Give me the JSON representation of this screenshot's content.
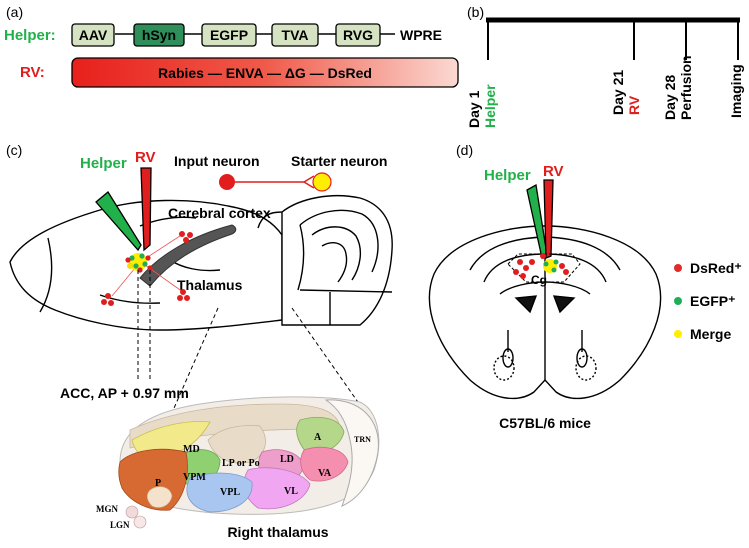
{
  "panel_a": {
    "label": "(a)",
    "helper_label": "Helper:",
    "helper_elements": [
      "AAV",
      "hSyn",
      "EGFP",
      "TVA",
      "RVG"
    ],
    "helper_tail": "WPRE",
    "rv_label": "RV:",
    "rv_construct": "Rabies — ENVA — ΔG — DsRed"
  },
  "panel_b": {
    "label": "(b)",
    "events": [
      {
        "day": "Day 1",
        "note": "Helper",
        "note_color": "#22b04a"
      },
      {
        "day": "Day 21",
        "note": "RV",
        "note_color": "#e01e1e"
      },
      {
        "day": "Day 28",
        "note": "Perfusion",
        "note_color": "#000000"
      },
      {
        "day": "",
        "note": "Imaging",
        "note_color": "#000000"
      }
    ]
  },
  "panel_c": {
    "label": "(c)",
    "helper": "Helper",
    "rv": "RV",
    "input_neuron": "Input neuron",
    "starter_neuron": "Starter neuron",
    "cortex": "Cerebral cortex",
    "thalamus": "Thalamus",
    "section": "ACC, AP + 0.97 mm",
    "thalamus_caption": "Right thalamus",
    "nuclei": [
      "MD",
      "A",
      "TRN",
      "LP or Po",
      "LD",
      "VPM",
      "VA",
      "P",
      "VPL",
      "VL",
      "MGN",
      "LGN"
    ]
  },
  "panel_d": {
    "label": "(d)",
    "helper": "Helper",
    "rv": "RV",
    "region": "Cg",
    "mouse": "C57BL/6 mice",
    "legend": [
      {
        "text": "DsRed⁺",
        "color": "#e32b2b"
      },
      {
        "text": "EGFP⁺",
        "color": "#1fae57"
      },
      {
        "text": "Merge",
        "color": "#ffee00"
      }
    ]
  },
  "colors": {
    "helper_green": "#22b04a",
    "rv_red": "#e01e1e",
    "element_fill": "#d6e3c2",
    "hsyn_fill": "#2f8f5a"
  }
}
